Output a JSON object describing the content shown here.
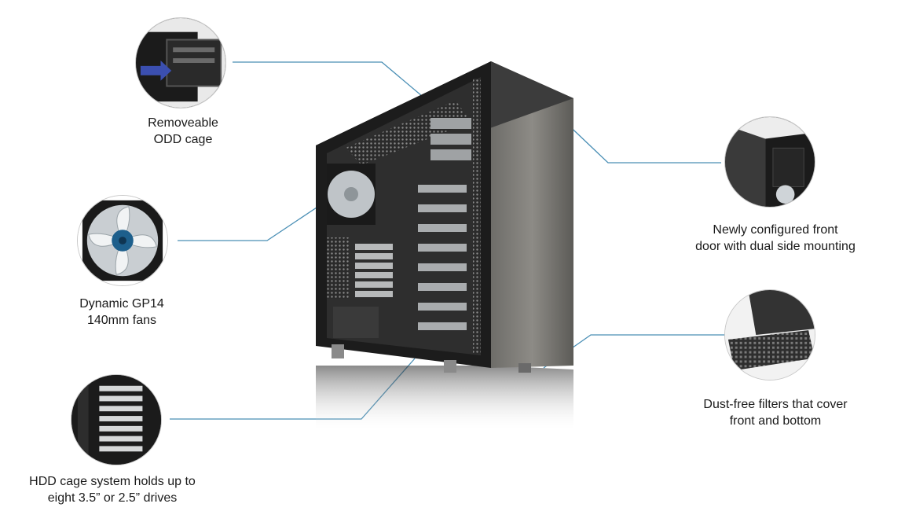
{
  "colors": {
    "leader": "#4a8fb5",
    "text": "#1a1a1a",
    "background": "#ffffff"
  },
  "features": [
    {
      "id": "odd-cage",
      "lines": [
        "Removeable",
        "ODD cage"
      ],
      "icon": "odd-cage-closeup"
    },
    {
      "id": "fans",
      "lines": [
        "Dynamic GP14",
        "140mm fans"
      ],
      "icon": "fan-closeup"
    },
    {
      "id": "hdd-cage",
      "lines": [
        "HDD cage system holds up to",
        "eight 3.5” or 2.5” drives"
      ],
      "icon": "hdd-cage-closeup"
    },
    {
      "id": "front-door",
      "lines": [
        "Newly configured front",
        "door with dual side mounting"
      ],
      "icon": "front-door-closeup"
    },
    {
      "id": "dust-filter",
      "lines": [
        "Dust-free filters that cover",
        "front and bottom"
      ],
      "icon": "dust-filter-closeup"
    }
  ]
}
